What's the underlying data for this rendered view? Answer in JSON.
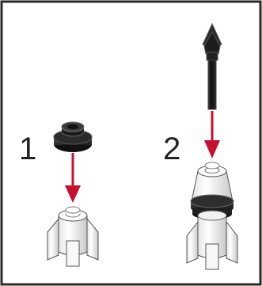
{
  "steps": [
    {
      "number": "1",
      "part": "round-plate"
    },
    {
      "number": "2",
      "part": "antenna-rod"
    }
  ],
  "colors": {
    "frame_border": "#2a2a2a",
    "arrow": "#c8102e",
    "dark_part": "#1e1e1e",
    "white_part": "#f2f2f2",
    "outline": "#555555"
  }
}
